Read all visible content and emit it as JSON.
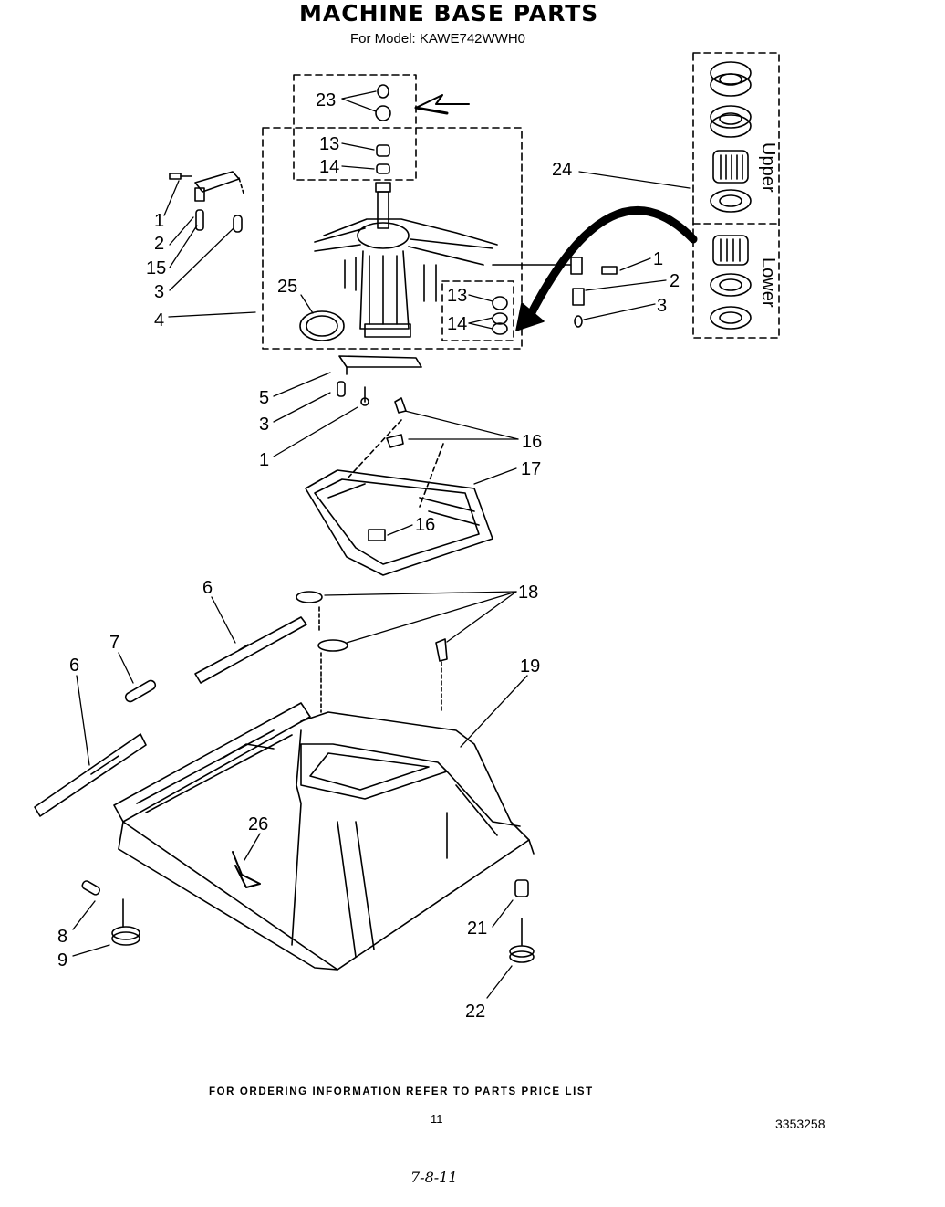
{
  "title": "MACHINE BASE PARTS",
  "subtitle": "For Model: KAWE742WWH0",
  "footer": "FOR ORDERING INFORMATION REFER TO PARTS PRICE LIST",
  "page_number": "11",
  "doc_number": "3353258",
  "handwritten": "7-8-11",
  "inset_labels": {
    "upper": "Upper",
    "lower": "Lower"
  },
  "callouts": {
    "c23": "23",
    "c13a": "13",
    "c14a": "14",
    "c24": "24",
    "c1a": "1",
    "c2a": "2",
    "c15": "15",
    "c3a": "3",
    "c4": "4",
    "c25": "25",
    "c13b": "13",
    "c14b": "14",
    "c1b": "1",
    "c2b": "2",
    "c3b": "3",
    "c5": "5",
    "c3c": "3",
    "c1c": "1",
    "c16a": "16",
    "c17": "17",
    "c16b": "16",
    "c6a": "6",
    "c18": "18",
    "c7": "7",
    "c6b": "6",
    "c19": "19",
    "c26": "26",
    "c8": "8",
    "c9": "9",
    "c21": "21",
    "c22": "22"
  }
}
